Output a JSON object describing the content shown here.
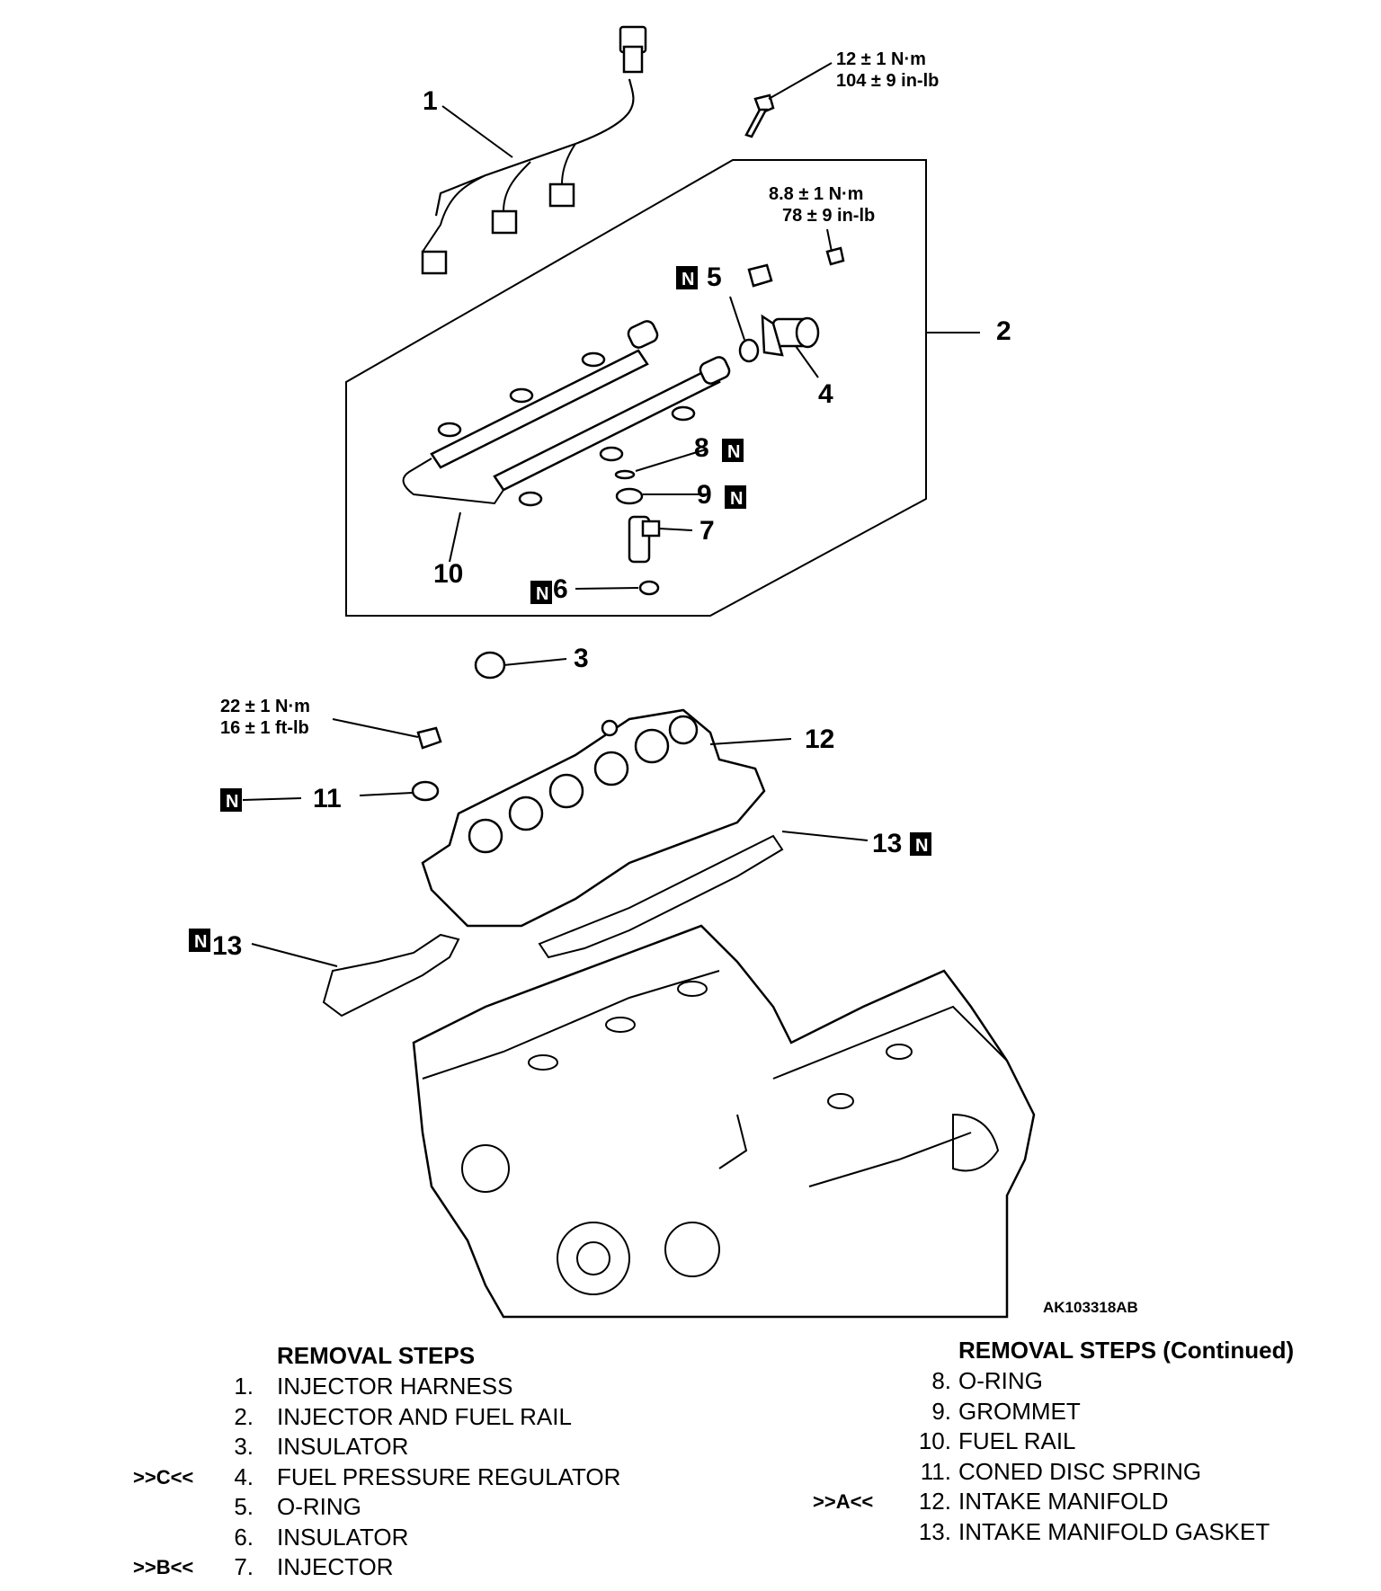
{
  "diagram": {
    "callouts": {
      "c1": "1",
      "c2": "2",
      "c3": "3",
      "c4": "4",
      "c5": "5",
      "c6": "6",
      "c7": "7",
      "c8": "8",
      "c9": "9",
      "c10": "10",
      "c11": "11",
      "c12": "12",
      "c13a": "13",
      "c13b": "13"
    },
    "torques": {
      "bolt_top": [
        "12 ± 1 N·m",
        "104 ± 9 in-lb"
      ],
      "regulator_bolt": [
        "8.8 ± 1 N·m",
        "78 ± 9 in-lb"
      ],
      "manifold_nut": [
        "22 ± 1 N·m",
        "16 ± 1 ft-lb"
      ]
    },
    "new_part_marker": "N",
    "figure_id": "AK103318AB"
  },
  "removal_steps": {
    "title": "REMOVAL STEPS",
    "items": [
      {
        "mark": "",
        "num": "1.",
        "text": "INJECTOR HARNESS"
      },
      {
        "mark": "",
        "num": "2.",
        "text": "INJECTOR AND FUEL RAIL"
      },
      {
        "mark": "",
        "num": "3.",
        "text": "INSULATOR"
      },
      {
        "mark": ">>C<<",
        "num": "4.",
        "text": "FUEL PRESSURE REGULATOR"
      },
      {
        "mark": "",
        "num": "5.",
        "text": "O-RING"
      },
      {
        "mark": "",
        "num": "6.",
        "text": "INSULATOR"
      },
      {
        "mark": ">>B<<",
        "num": "7.",
        "text": "INJECTOR"
      }
    ]
  },
  "removal_steps_continued": {
    "title": "REMOVAL STEPS (Continued)",
    "items": [
      {
        "mark": "",
        "num": "8.",
        "text": "O-RING"
      },
      {
        "mark": "",
        "num": "9.",
        "text": "GROMMET"
      },
      {
        "mark": "",
        "num": "10.",
        "text": "FUEL RAIL"
      },
      {
        "mark": "",
        "num": "11.",
        "text": "CONED DISC SPRING"
      },
      {
        "mark": ">>A<<",
        "num": "12.",
        "text": "INTAKE MANIFOLD"
      },
      {
        "mark": "",
        "num": "13.",
        "text": "INTAKE MANIFOLD GASKET"
      }
    ]
  }
}
